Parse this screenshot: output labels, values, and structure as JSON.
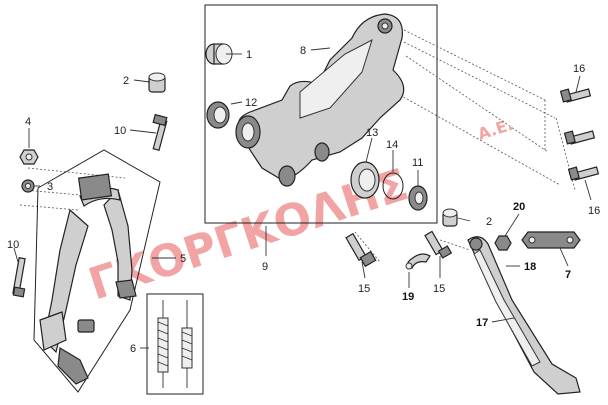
{
  "watermark": {
    "text": "ΓΚΟΡΓΚΟΛΗΣ",
    "suffix": "A.E.",
    "color": "#e85a5a"
  },
  "callouts": [
    {
      "id": "c1",
      "label": "1"
    },
    {
      "id": "c2a",
      "label": "2"
    },
    {
      "id": "c2b",
      "label": "2"
    },
    {
      "id": "c3",
      "label": "3"
    },
    {
      "id": "c4",
      "label": "4"
    },
    {
      "id": "c5",
      "label": "5"
    },
    {
      "id": "c6",
      "label": "6"
    },
    {
      "id": "c7",
      "label": "7"
    },
    {
      "id": "c8",
      "label": "8"
    },
    {
      "id": "c9",
      "label": "9"
    },
    {
      "id": "c10a",
      "label": "10"
    },
    {
      "id": "c10b",
      "label": "10"
    },
    {
      "id": "c11",
      "label": "11"
    },
    {
      "id": "c12",
      "label": "12"
    },
    {
      "id": "c13",
      "label": "13"
    },
    {
      "id": "c14",
      "label": "14"
    },
    {
      "id": "c15a",
      "label": "15"
    },
    {
      "id": "c15b",
      "label": "15"
    },
    {
      "id": "c16a",
      "label": "16"
    },
    {
      "id": "c16b",
      "label": "16"
    },
    {
      "id": "c17",
      "label": "17"
    },
    {
      "id": "c18",
      "label": "18"
    },
    {
      "id": "c19",
      "label": "19"
    },
    {
      "id": "c20",
      "label": "20"
    }
  ]
}
